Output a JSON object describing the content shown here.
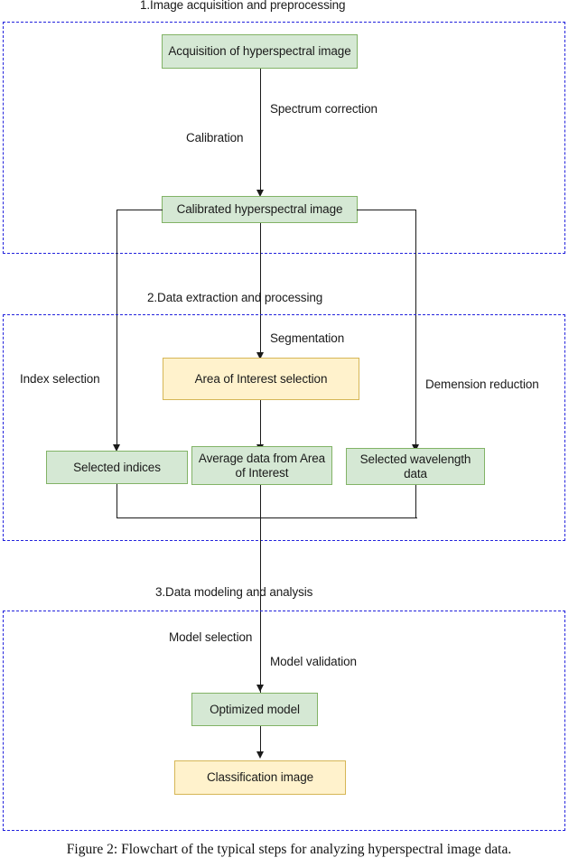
{
  "figure": {
    "caption": "Figure 2: Flowchart of the typical steps for analyzing hyperspectral image data."
  },
  "colors": {
    "green_fill": "#d5e8d4",
    "green_stroke": "#82b366",
    "yellow_fill": "#fff2cc",
    "yellow_stroke": "#d6b656",
    "stage_border": "#2222dd",
    "connector": "#1a1a1a"
  },
  "stages": [
    {
      "id": "stage-1",
      "label": "1.Image acquisition and preprocessing"
    },
    {
      "id": "stage-2",
      "label": "2.Data extraction and processing"
    },
    {
      "id": "stage-3",
      "label": "3.Data modeling and analysis"
    }
  ],
  "nodes": [
    {
      "id": "acquisition",
      "label": "Acquisition of hyperspectral image",
      "style": "green"
    },
    {
      "id": "calibrated",
      "label": "Calibrated hyperspectral image",
      "style": "green"
    },
    {
      "id": "aoi-selection",
      "label": "Area of Interest selection",
      "style": "yellow"
    },
    {
      "id": "selected-indices",
      "label": "Selected indices",
      "style": "green"
    },
    {
      "id": "average-data",
      "label": "Average data from Area of Interest",
      "style": "green"
    },
    {
      "id": "selected-wavelength",
      "label": "Selected wavelength data",
      "style": "green"
    },
    {
      "id": "optimized-model",
      "label": "Optimized model",
      "style": "green"
    },
    {
      "id": "classification",
      "label": "Classification image",
      "style": "yellow"
    }
  ],
  "edge_labels": [
    {
      "id": "spectrum-correction",
      "label": "Spectrum correction"
    },
    {
      "id": "calibration",
      "label": "Calibration"
    },
    {
      "id": "segmentation",
      "label": "Segmentation"
    },
    {
      "id": "index-selection",
      "label": "Index selection"
    },
    {
      "id": "dimension-reduction",
      "label": "Demension reduction"
    },
    {
      "id": "model-selection",
      "label": "Model selection"
    },
    {
      "id": "model-validation",
      "label": "Model validation"
    }
  ],
  "chart_data": {
    "type": "diagram",
    "title": "Flowchart of the typical steps for analyzing hyperspectral image data",
    "flow": [
      {
        "from": "acquisition",
        "to": "calibrated",
        "labels": [
          "Spectrum correction",
          "Calibration"
        ]
      },
      {
        "from": "calibrated",
        "to": "selected-indices",
        "labels": [
          "Index selection"
        ]
      },
      {
        "from": "calibrated",
        "to": "aoi-selection",
        "labels": [
          "Segmentation"
        ]
      },
      {
        "from": "calibrated",
        "to": "selected-wavelength",
        "labels": [
          "Demension reduction"
        ]
      },
      {
        "from": "aoi-selection",
        "to": "average-data",
        "labels": []
      },
      {
        "from": "selected-indices",
        "to": "optimized-model",
        "labels": [
          "Model selection",
          "Model validation"
        ]
      },
      {
        "from": "average-data",
        "to": "optimized-model",
        "labels": [
          "Model selection",
          "Model validation"
        ]
      },
      {
        "from": "selected-wavelength",
        "to": "optimized-model",
        "labels": [
          "Model selection",
          "Model validation"
        ]
      },
      {
        "from": "optimized-model",
        "to": "classification",
        "labels": []
      }
    ]
  }
}
